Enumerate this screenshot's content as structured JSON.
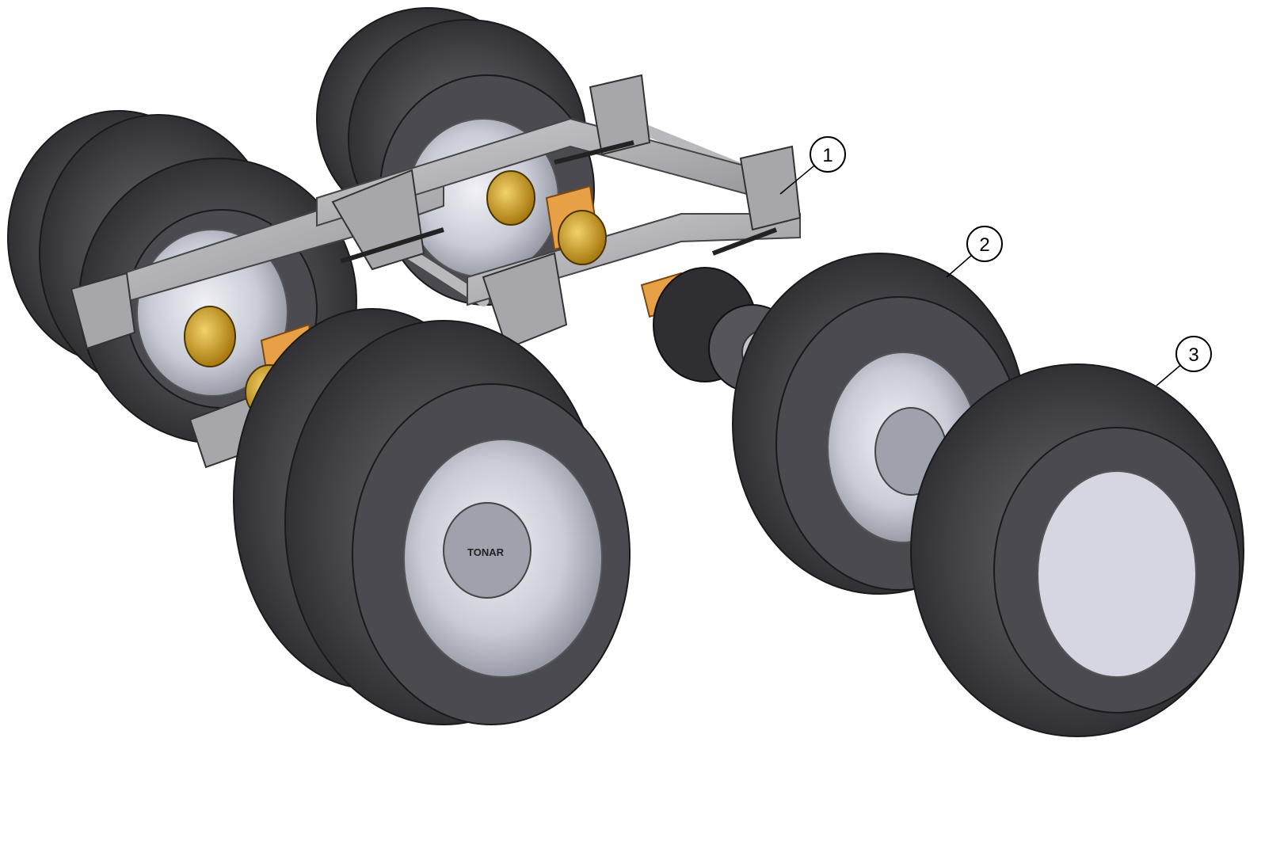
{
  "callouts": [
    {
      "id": "1",
      "label": "1"
    },
    {
      "id": "2",
      "label": "2"
    },
    {
      "id": "3",
      "label": "3"
    }
  ],
  "hub_brand_text": "TONAR",
  "colors": {
    "tire": "#3f3f44",
    "tire_light": "#5a5a60",
    "rim": "#c9ccd6",
    "rim_inner": "#dfe0ea",
    "frame": "#9a9a9e",
    "frame_light": "#c2c2c6",
    "brake_chamber": "#c99a1d",
    "axle_orange": "#e8a047",
    "drum": "#2e2e33"
  }
}
